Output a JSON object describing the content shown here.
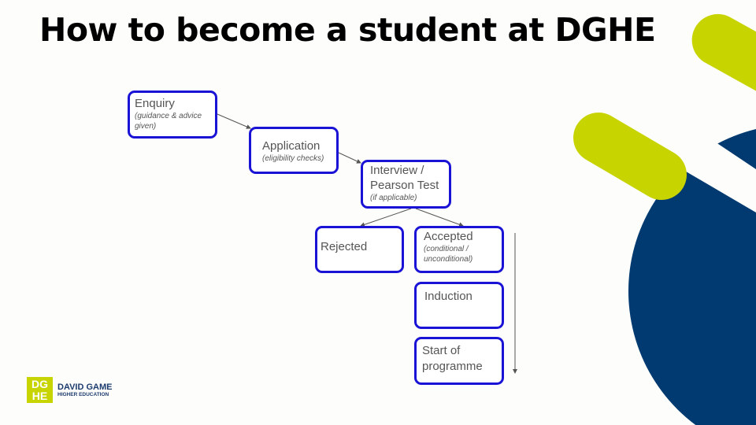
{
  "title": "How to become a student at DGHE",
  "nodes": {
    "enquiry": {
      "label": "Enquiry",
      "sub": "(guidance & advice given)"
    },
    "application": {
      "label": "Application",
      "sub": "(eligibility checks)"
    },
    "interview": {
      "label": "Interview / Pearson Test",
      "sub": "(if applicable)"
    },
    "rejected": {
      "label": "Rejected"
    },
    "accepted": {
      "label": "Accepted",
      "sub": "(conditional / unconditional)"
    },
    "induction": {
      "label": "Induction"
    },
    "start": {
      "label": "Start of programme"
    }
  },
  "logo": {
    "mark": "DG HE",
    "line1": "DAVID GAME",
    "line2": "HIGHER EDUCATION"
  },
  "colors": {
    "lime": "#c8d400",
    "navy": "#003a70",
    "border": "#1a13d6"
  }
}
